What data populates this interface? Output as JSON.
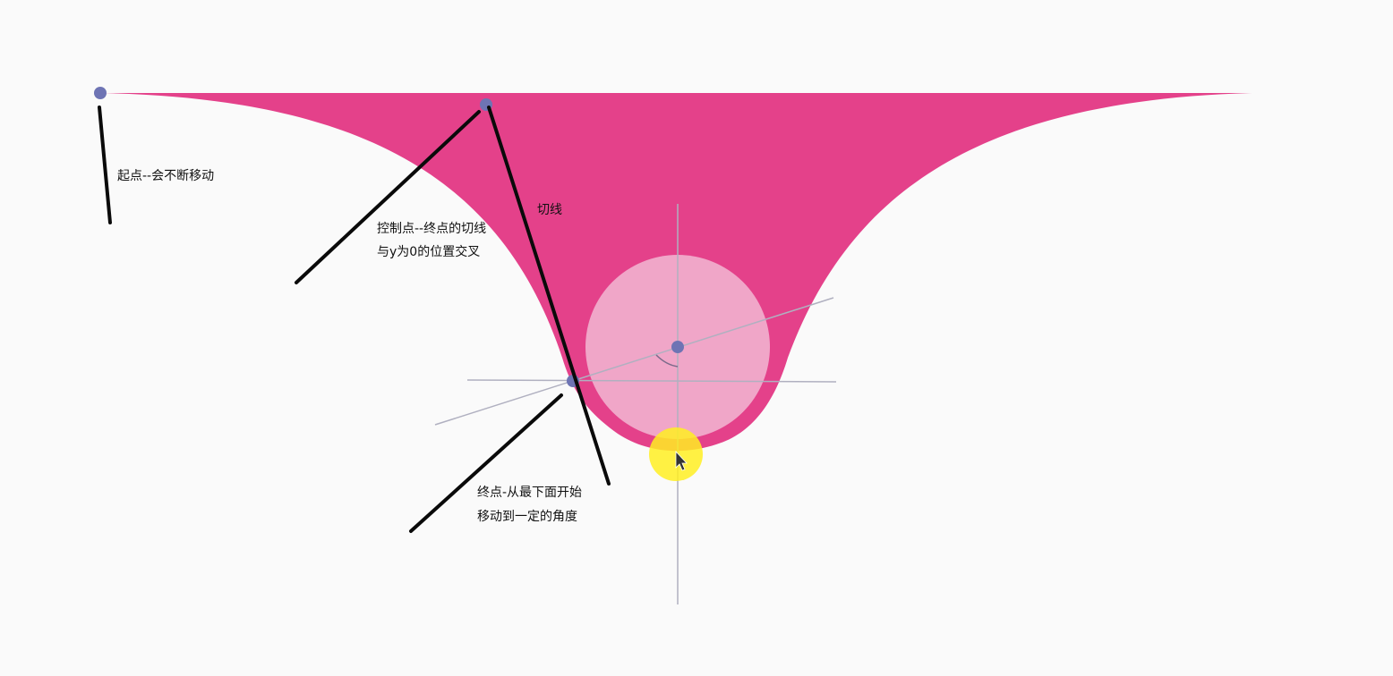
{
  "annotations": {
    "start_point": "起点--会不断移动",
    "control_point_line1": "控制点--终点的切线",
    "control_point_line2": "与y为0的位置交叉",
    "tangent": "切线",
    "end_point_line1": "终点-从最下面开始",
    "end_point_line2": "移动到一定的角度"
  },
  "colors": {
    "background": "#fafafa",
    "shape_fill": "#e4418a",
    "circle_fill": "#f0a6c8",
    "point_fill": "#6e74b4",
    "guide_line": "#b0b0c0",
    "pen_stroke": "#0a0a0a",
    "cursor_highlight": "#ffee22"
  },
  "icons": {
    "cursor": "mouse-pointer-icon"
  }
}
